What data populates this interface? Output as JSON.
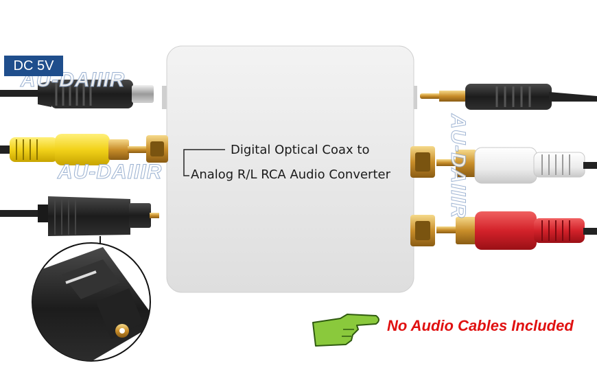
{
  "labels": {
    "power": "DC 5V",
    "device_line1": "Digital Optical Coax to",
    "device_line2": "Analog R/L RCA Audio Converter",
    "notice": "No Audio Cables Included"
  },
  "watermark": {
    "text": "AU-DAIIIR"
  },
  "colors": {
    "label_bg": "#1f4e8c",
    "notice": "#e01010",
    "yellow_plug": "#f2d21a",
    "red_plug": "#d3222a",
    "white_plug": "#f2f2f2",
    "gold": "#d8a23a",
    "hand": "#8ac93c"
  },
  "icons": [
    "pointing-hand-icon"
  ]
}
